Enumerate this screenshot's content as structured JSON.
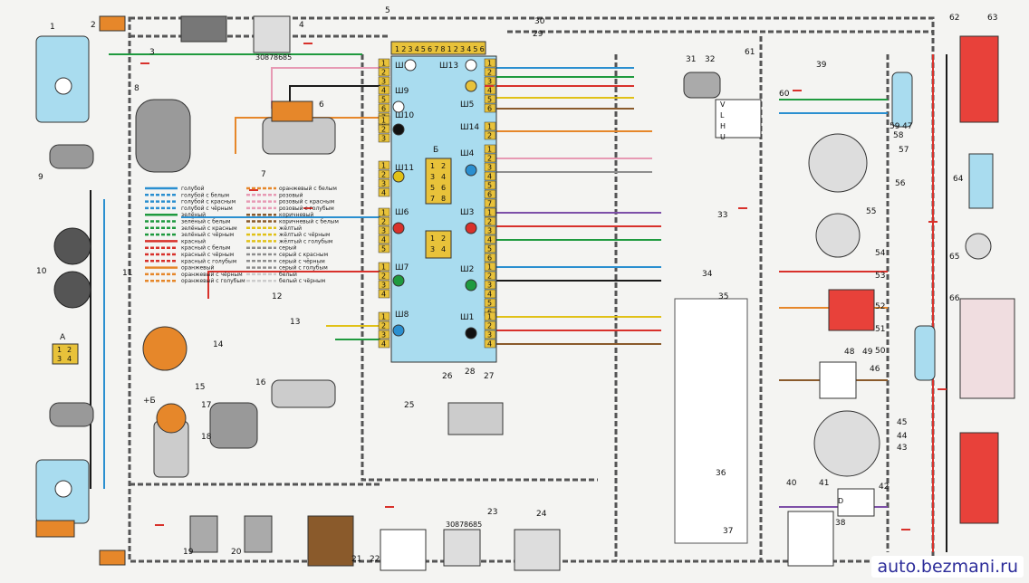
{
  "watermark": "auto.bezmani.ru",
  "colors": {
    "panel": "#a9dcef",
    "conn": "#e8c23a",
    "lamp_red": "#e8413a",
    "wire_black": "#1a1a1a",
    "wire_green": "#1f9a3f",
    "wire_blue": "#2a8fd0",
    "wire_red": "#d8312b",
    "wire_yellow": "#e1c117",
    "wire_brown": "#8a5a2b",
    "wire_orange": "#e6872a",
    "wire_pink": "#e79ab4",
    "wire_grey": "#8e8e8e",
    "wire_violet": "#7d4fa8",
    "wire_white": "#ffffff"
  },
  "block": {
    "top_pins": [
      "1",
      "2",
      "3",
      "4",
      "5",
      "6",
      "7",
      "8",
      "1",
      "2",
      "3",
      "4",
      "5",
      "6"
    ],
    "left_labels": [
      "Ш12",
      "Ш9",
      "Ш10",
      "Ш11",
      "Ш6",
      "Ш7",
      "Ш8"
    ],
    "right_labels": [
      "Ш13",
      "Ш5",
      "Ш14",
      "Ш4",
      "Ш3",
      "Ш2",
      "Ш1"
    ],
    "center_label": "Б",
    "relay_grid_1": [
      "1",
      "2",
      "3",
      "4",
      "5",
      "6",
      "7",
      "8"
    ],
    "relay_grid_2": [
      "1",
      "2",
      "3",
      "4"
    ]
  },
  "relay_pins": [
    "30",
    "87",
    "86",
    "85"
  ],
  "connector_a_label": "А",
  "connector_a_pins": [
    "1",
    "2",
    "3",
    "4"
  ],
  "plus_b": "+Б",
  "lamp_labels": [
    "V",
    "L",
    "H",
    "U",
    "D"
  ],
  "legend_left": [
    "голубой",
    "голубой с белым",
    "голубой с красным",
    "голубой с чёрным",
    "зелёный",
    "зелёный с белым",
    "зелёный с красным",
    "зелёный с чёрным",
    "красный",
    "красный с белым",
    "красный с чёрным",
    "красный с голубым",
    "оранжевый",
    "оранжевый с чёрным",
    "оранжевый с голубым"
  ],
  "legend_right": [
    "оранжевый с белым",
    "розовый",
    "розовый с красным",
    "розовый с голубым",
    "коричневый",
    "коричневый с белым",
    "жёлтый",
    "жёлтый с чёрным",
    "жёлтый с голубым",
    "серый",
    "серый с красным",
    "серый с чёрным",
    "серый с голубым",
    "белый",
    "белый с чёрным"
  ],
  "numbers": [
    "1",
    "2",
    "3",
    "4",
    "5",
    "6",
    "7",
    "8",
    "9",
    "10",
    "11",
    "12",
    "13",
    "14",
    "15",
    "16",
    "17",
    "18",
    "19",
    "20",
    "21",
    "22",
    "23",
    "24",
    "25",
    "26",
    "27",
    "28",
    "29",
    "30",
    "31",
    "32",
    "33",
    "34",
    "35",
    "36",
    "37",
    "38",
    "39",
    "40",
    "41",
    "42",
    "43",
    "44",
    "45",
    "46",
    "47",
    "48",
    "49",
    "50",
    "51",
    "52",
    "53",
    "54",
    "55",
    "56",
    "57",
    "58",
    "59",
    "60",
    "61",
    "62",
    "63",
    "64",
    "65",
    "66"
  ]
}
